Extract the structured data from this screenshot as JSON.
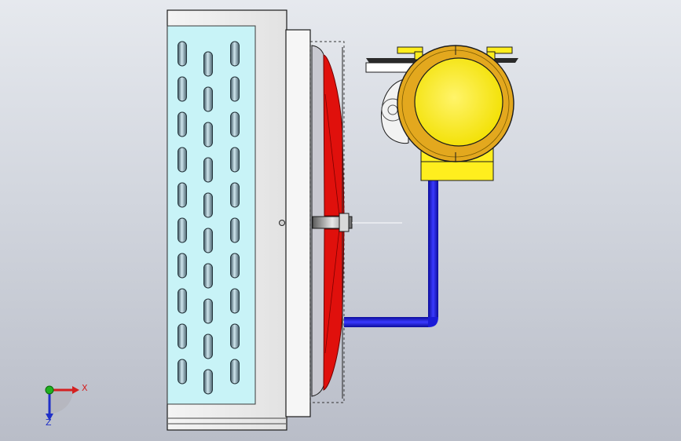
{
  "viewport": {
    "background_top": "#e6e9ee",
    "background_bottom": "#b9bdc8"
  },
  "model": {
    "components": [
      {
        "name": "heat-exchanger-core",
        "color": "#c8f3f7"
      },
      {
        "name": "fan-blades",
        "color": "#e0100c"
      },
      {
        "name": "motor-housing",
        "color": "#e3a81e"
      },
      {
        "name": "motor-end-cap",
        "color": "#ffee1e"
      },
      {
        "name": "coolant-pipe",
        "color": "#1a1ad8"
      }
    ],
    "core_slot_rows": 10,
    "core_slot_columns": 3
  },
  "triad": {
    "x_label": "X",
    "z_label": "Z",
    "x_color": "#d42020",
    "y_color": "#20b020",
    "z_color": "#2030c8"
  }
}
